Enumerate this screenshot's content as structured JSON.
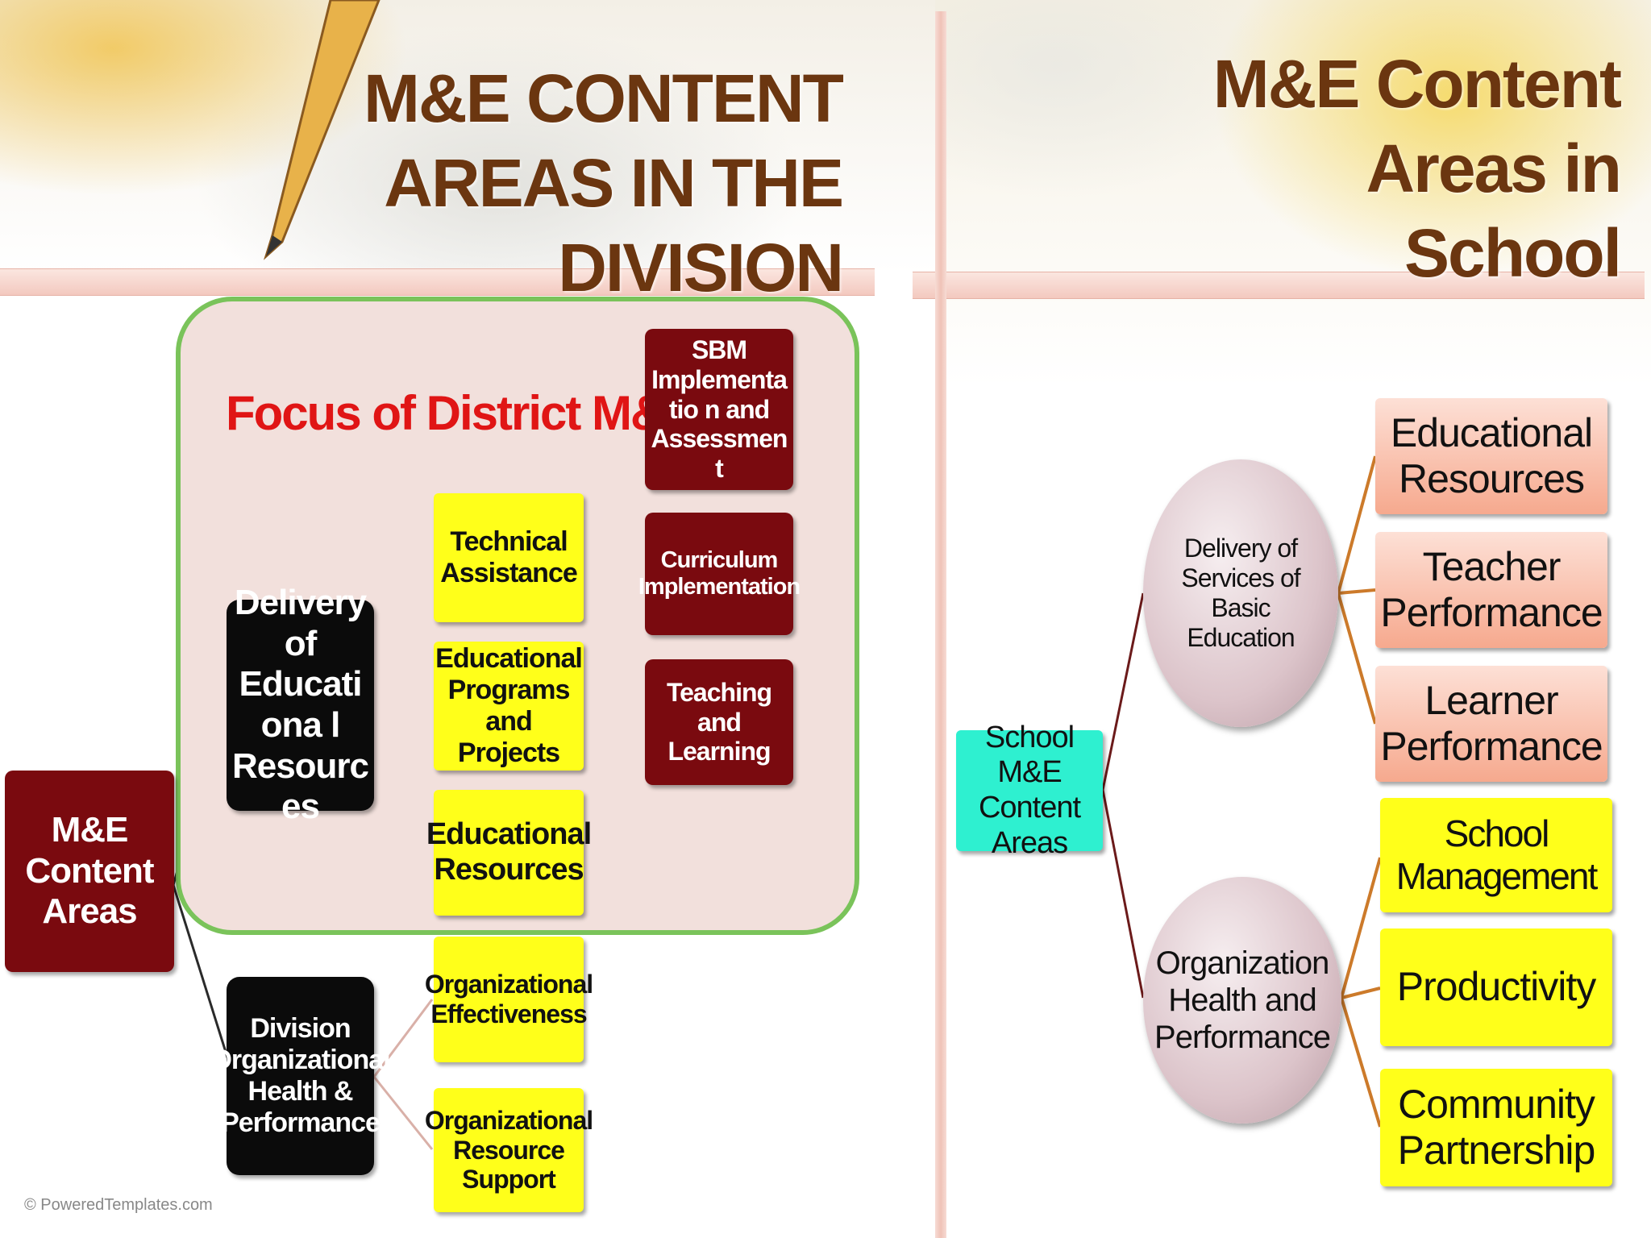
{
  "left_slide": {
    "title": "M&E CONTENT AREAS IN THE DIVISION",
    "focus_label": "Focus of District M&E",
    "root": "M&E Content Areas",
    "delivery": "Delivery of Educationa l Resources",
    "organizational": "Division Organizational Health & Performance",
    "technical": "Technical Assistance",
    "programs": "Educational Programs and Projects",
    "resources": "Educational Resources",
    "org_effectiveness": "Organizational Effectiveness",
    "org_support": "Organizational Resource Support",
    "sbm": "SBM Implementatio n and Assessment",
    "curriculum": "Curriculum Implementation",
    "teaching": "Teaching and Learning",
    "footer": "© PoweredTemplates.com"
  },
  "right_slide": {
    "title": "M&E Content Areas in School",
    "root": "School M&E Content Areas",
    "delivery": "Delivery of Services of Basic Education",
    "organization": "Organization Health and Performance",
    "edu_resources": "Educational Resources",
    "teacher_perf": "Teacher Performance",
    "learner_perf": "Learner Performance",
    "school_mgmt": "School Management",
    "productivity": "Productivity",
    "community": "Community Partnership"
  },
  "colors": {
    "title_brown": "#6b3610",
    "focus_red": "#e01515",
    "maroon": "#7a0a0f",
    "yellow": "#ffff1a",
    "cyan": "#2ef0d0",
    "panel_border": "#7ac35a"
  }
}
